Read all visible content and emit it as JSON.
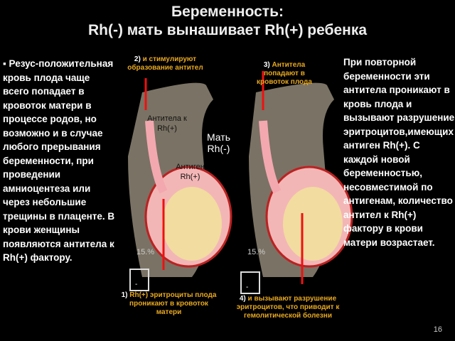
{
  "title": {
    "line1": "Беременность:",
    "line2": "Rh(-) мать вынашивает Rh(+) ребенка"
  },
  "left_text": "Резус-положительная кровь плода чаще всего попадает в кровоток матери в процессе родов, но возможно и в случае любого прерывания беременности, при проведении амниоцентеза или через небольшие трещины в плаценте. В крови женщины появляются антитела к Rh(+) фактору.",
  "right_text": "При повторной беременности эти антитела проникают в кровь плода и вызывают разрушение эритроцитов,имеющих антиген Rh(+). С каждой новой беременностью, несовместимой по антигенам, количество антител к Rh(+) фактору в крови матери возрастает.",
  "steps": {
    "s1_num": "1)",
    "s1": "Rh(+) эритроциты плода проникают в кровоток матери",
    "s2_num": "2)",
    "s2": "и стимулируют образование антител",
    "s3_num": "3)",
    "s3": "Антитела попадают в кровоток плода",
    "s4_num": "4)",
    "s4": "и вызывают разрушение эритроцитов, что приводит к гемолитической болезни"
  },
  "diagram": {
    "antibodies": "Антитела к Rh(+)",
    "antigen": "Антиген Rh(+)",
    "mother": "Мать Rh(-)",
    "pct1": "15.%",
    "pct2": "15.%",
    "box1": "-",
    "box2": "-"
  },
  "page_number": "16"
}
